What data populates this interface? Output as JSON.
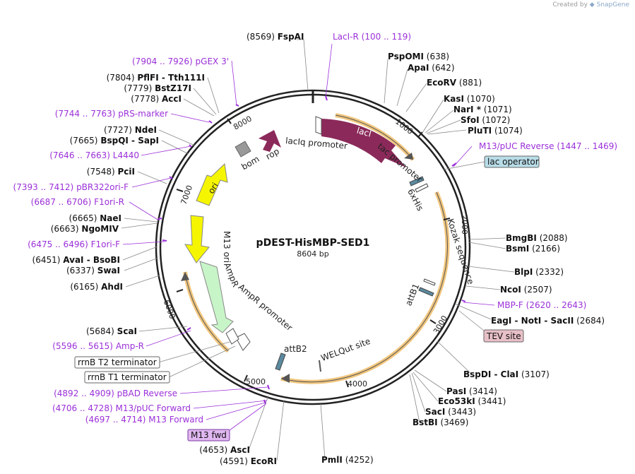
{
  "credit": {
    "prefix": "Created by",
    "brand": "SnapGene"
  },
  "plasmid": {
    "name": "pDEST-HisMBP-SED1",
    "length": "8604 bp",
    "total_bp": 8604
  },
  "colors": {
    "lacI": "#8b2a5a",
    "rop": "#8b2a5a",
    "ori": "#f5f500",
    "m13ori": "#f5f500",
    "ampr": "#c8f5c8",
    "primer": "#9b30d8",
    "cds_highlight": "#f0c070",
    "backbone": "#222222"
  },
  "ticks": [
    "1000",
    "2000",
    "3000",
    "4000",
    "5000",
    "6000",
    "7000",
    "8000"
  ],
  "features": [
    {
      "label": "lacI",
      "kind": "arrow"
    },
    {
      "label": "lacIq promoter",
      "kind": "promoter"
    },
    {
      "label": "tac promoter",
      "kind": "promoter"
    },
    {
      "label": "6xHis",
      "kind": "tag"
    },
    {
      "label": "Kozak sequence",
      "kind": "misc"
    },
    {
      "label": "attB1",
      "kind": "recomb"
    },
    {
      "label": "WELQut site",
      "kind": "misc"
    },
    {
      "label": "attB2",
      "kind": "recomb"
    },
    {
      "label": "AmpR promoter",
      "kind": "promoter"
    },
    {
      "label": "AmpR",
      "kind": "arrow"
    },
    {
      "label": "M13 ori",
      "kind": "arrow"
    },
    {
      "label": "ori",
      "kind": "arrow"
    },
    {
      "label": "bom",
      "kind": "misc"
    },
    {
      "label": "rop",
      "kind": "arrow"
    }
  ],
  "boxed": [
    {
      "label": "lac operator",
      "style": "blue"
    },
    {
      "label": "TEV site",
      "style": "pink"
    },
    {
      "label": "rrnB T2 terminator",
      "style": "white"
    },
    {
      "label": "rrnB T1 terminator",
      "style": "white"
    },
    {
      "label": "M13 fwd",
      "style": "purple"
    }
  ],
  "enzymes": [
    {
      "pos": "(8569)",
      "name": "FspAI",
      "pos_first": true
    },
    {
      "name": "PspOMI",
      "pos": "(638)"
    },
    {
      "name": "ApaI",
      "pos": "(642)"
    },
    {
      "name": "EcoRV",
      "pos": "(881)"
    },
    {
      "name": "KasI",
      "pos": "(1070)"
    },
    {
      "name": "NarI *",
      "pos": "(1071)"
    },
    {
      "name": "SfoI",
      "pos": "(1072)"
    },
    {
      "name": "PluTI",
      "pos": "(1074)"
    },
    {
      "name": "BmgBI",
      "pos": "(2088)"
    },
    {
      "name": "BsmI",
      "pos": "(2166)"
    },
    {
      "name": "BlpI",
      "pos": "(2332)"
    },
    {
      "name": "NcoI",
      "pos": "(2507)"
    },
    {
      "name": "EagI - NotI - SacII",
      "pos": "(2684)"
    },
    {
      "name": "BspDI - ClaI",
      "pos": "(3107)"
    },
    {
      "name": "PasI",
      "pos": "(3414)"
    },
    {
      "name": "Eco53kI",
      "pos": "(3441)"
    },
    {
      "name": "SacI",
      "pos": "(3443)"
    },
    {
      "name": "BstBI",
      "pos": "(3469)"
    },
    {
      "name": "PmlI",
      "pos": "(4252)"
    },
    {
      "pos": "(4591)",
      "name": "EcoRI",
      "pos_first": true
    },
    {
      "pos": "(4653)",
      "name": "AscI",
      "pos_first": true
    },
    {
      "pos": "(5684)",
      "name": "ScaI",
      "pos_first": true
    },
    {
      "pos": "(6165)",
      "name": "AhdI",
      "pos_first": true
    },
    {
      "pos": "(6337)",
      "name": "SwaI",
      "pos_first": true
    },
    {
      "pos": "(6451)",
      "name": "AvaI - BsoBI",
      "pos_first": true
    },
    {
      "pos": "(6663)",
      "name": "NgoMIV",
      "pos_first": true
    },
    {
      "pos": "(6665)",
      "name": "NaeI",
      "pos_first": true
    },
    {
      "pos": "(7548)",
      "name": "PciI",
      "pos_first": true
    },
    {
      "pos": "(7665)",
      "name": "BspQI - SapI",
      "pos_first": true
    },
    {
      "pos": "(7727)",
      "name": "NdeI",
      "pos_first": true
    },
    {
      "pos": "(7778)",
      "name": "AccI",
      "pos_first": true
    },
    {
      "pos": "(7779)",
      "name": "BstZ17I",
      "pos_first": true
    },
    {
      "pos": "(7804)",
      "name": "PflFI - Tth111I",
      "pos_first": true
    }
  ],
  "primers": [
    {
      "name": "LacI-R",
      "range": "(100 .. 119)"
    },
    {
      "name": "M13/pUC Reverse",
      "range": "(1447 .. 1469)"
    },
    {
      "name": "MBP-F",
      "range": "(2620 .. 2643)"
    },
    {
      "name": "pBAD Reverse",
      "range": "(4892 .. 4909)"
    },
    {
      "name": "M13/pUC Forward",
      "range": "(4706 .. 4728)"
    },
    {
      "name": "M13 Forward",
      "range": "(4697 .. 4714)"
    },
    {
      "name": "Amp-R",
      "range": "(5596 .. 5615)"
    },
    {
      "name": "F1ori-F",
      "range": "(6475 .. 6496)"
    },
    {
      "name": "F1ori-R",
      "range": "(6687 .. 6706)"
    },
    {
      "name": "pBR322ori-F",
      "range": "(7393 .. 7412)"
    },
    {
      "name": "L4440",
      "range": "(7646 .. 7663)"
    },
    {
      "name": "pRS-marker",
      "range": "(7744 .. 7763)"
    },
    {
      "name": "pGEX 3'",
      "range": "(7904 .. 7926)"
    }
  ]
}
